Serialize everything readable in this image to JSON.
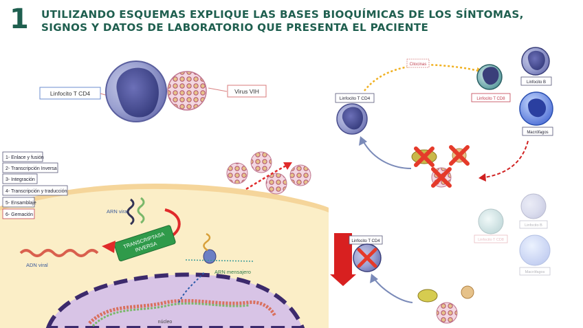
{
  "header": {
    "number": "1",
    "title_line1": "UTILIZANDO ESQUEMAS EXPLIQUE LAS BASES BIOQUÍMICAS DE LOS SÍNTOMAS,",
    "title_line2": "SIGNOS Y DATOS DE LABORATORIO QUE PRESENTA EL PACIENTE"
  },
  "top_diagram": {
    "cell_label": "Linfocito T CD4",
    "virus_label": "Virus VIH"
  },
  "steps": [
    "1- Enlace y fusión",
    "2- Transcripción Inversa",
    "3- Integración",
    "4- Transcripción y traducción",
    "5- Ensamblaje",
    "6- Gemación"
  ],
  "cell_diagram": {
    "rna_label": "ARN viral",
    "enzyme_label_1": "TRANSCRIPTASA",
    "enzyme_label_2": "INVERSA",
    "dna_label": "ADN viral",
    "mrna_label": "ARN mensajero",
    "nucleus_label": "núcleo"
  },
  "immune_cycle": {
    "cd4_label": "Linfocito T CD4",
    "cytokines_label": "Citocinas",
    "cd8_label": "Linfocito T CD8",
    "b_label": "Linfocito B",
    "macrophage_label": "Macrófagos"
  },
  "depleted": {
    "cd4_label": "Linfocito T CD4",
    "cd8_label": "Linfocito T CD8",
    "b_label": "Linfocito B",
    "macrophage_label": "Macrófagos"
  },
  "colors": {
    "header": "#1f5f4f",
    "cd4_cell": "#5a5f9e",
    "virus": "#e8b8c8",
    "enzyme": "#2f9a4a",
    "cross": "#e53a2a",
    "arrow_down": "#e02020",
    "membrane_bg": "#fbeec7",
    "nucleus_bg": "#d8c4e6"
  }
}
